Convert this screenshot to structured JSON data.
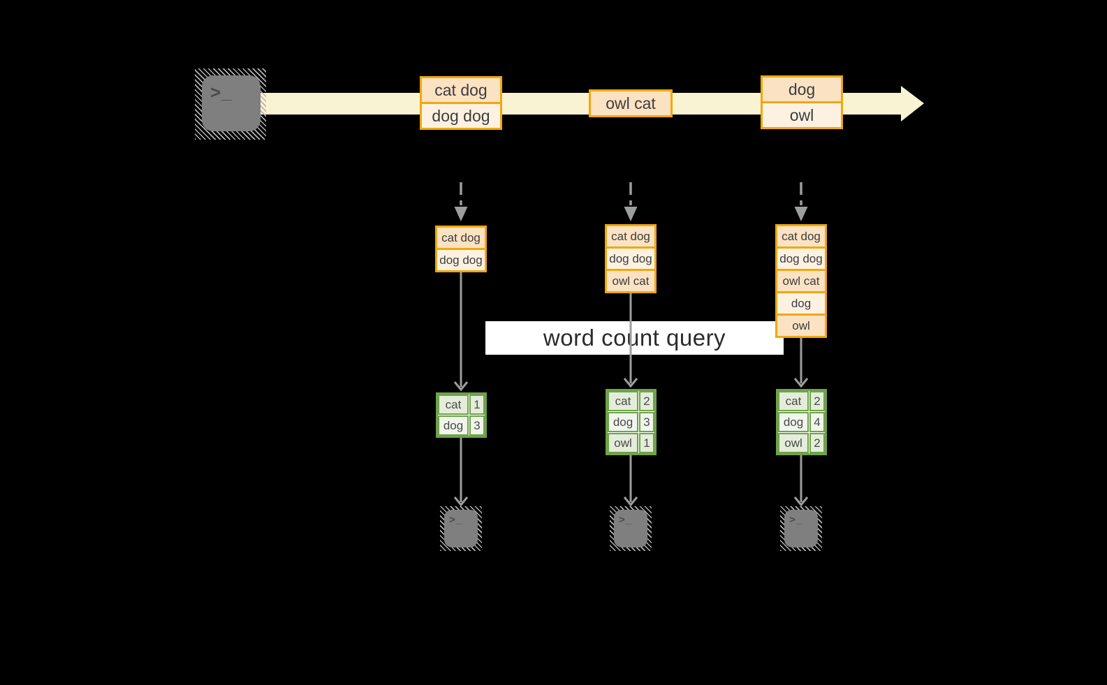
{
  "diagram": {
    "query_label": "word count query",
    "prompt_glyph": ">_",
    "stream_batches": [
      {
        "records": [
          "cat dog",
          "dog dog"
        ]
      },
      {
        "records": [
          "owl cat"
        ]
      },
      {
        "records": [
          "dog",
          "owl"
        ]
      }
    ],
    "columns": [
      {
        "input_records": [
          "cat dog",
          "dog dog"
        ],
        "counts": [
          {
            "word": "cat",
            "count": "1"
          },
          {
            "word": "dog",
            "count": "3"
          }
        ]
      },
      {
        "input_records": [
          "cat dog",
          "dog dog",
          "owl cat"
        ],
        "counts": [
          {
            "word": "cat",
            "count": "2"
          },
          {
            "word": "dog",
            "count": "3"
          },
          {
            "word": "owl",
            "count": "1"
          }
        ]
      },
      {
        "input_records": [
          "cat dog",
          "dog dog",
          "owl cat",
          "dog",
          "owl"
        ],
        "counts": [
          {
            "word": "cat",
            "count": "2"
          },
          {
            "word": "dog",
            "count": "4"
          },
          {
            "word": "owl",
            "count": "2"
          }
        ]
      }
    ],
    "colors": {
      "background": "#000000",
      "stream_band": "#faf3d3",
      "record_border": "#f0a80c",
      "record_fill_dark": "#fbe2c3",
      "record_fill_light": "#fdf2e2",
      "table_border": "#6fa24a",
      "table_fill_dark": "#e4edda",
      "table_fill_light": "#f1f6ec",
      "arrow_gray": "#9d9d9d",
      "terminal_fill": "#7f7f7f",
      "query_box": "#ffffff"
    }
  }
}
